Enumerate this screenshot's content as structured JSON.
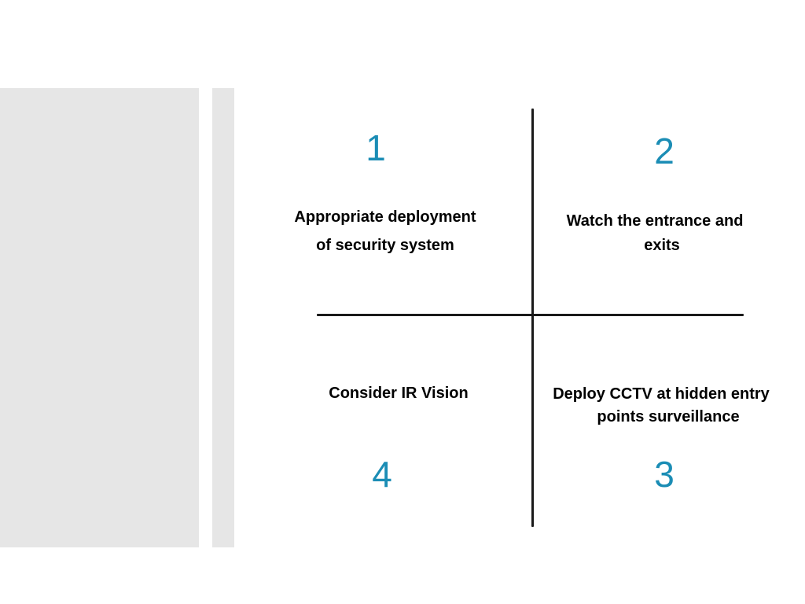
{
  "colors": {
    "number": "#1b8db5",
    "panel": "#e6e6e6",
    "divider": "#1a1a1a"
  },
  "quadrants": [
    {
      "number": "1",
      "lines": [
        "Appropriate deployment",
        "of security system"
      ]
    },
    {
      "number": "2",
      "lines": [
        "Watch the entrance and",
        "exits"
      ]
    },
    {
      "number": "3",
      "lines": [
        "Deploy CCTV at hidden entry",
        "points surveillance"
      ]
    },
    {
      "number": "4",
      "lines": [
        "Consider IR Vision"
      ]
    }
  ]
}
